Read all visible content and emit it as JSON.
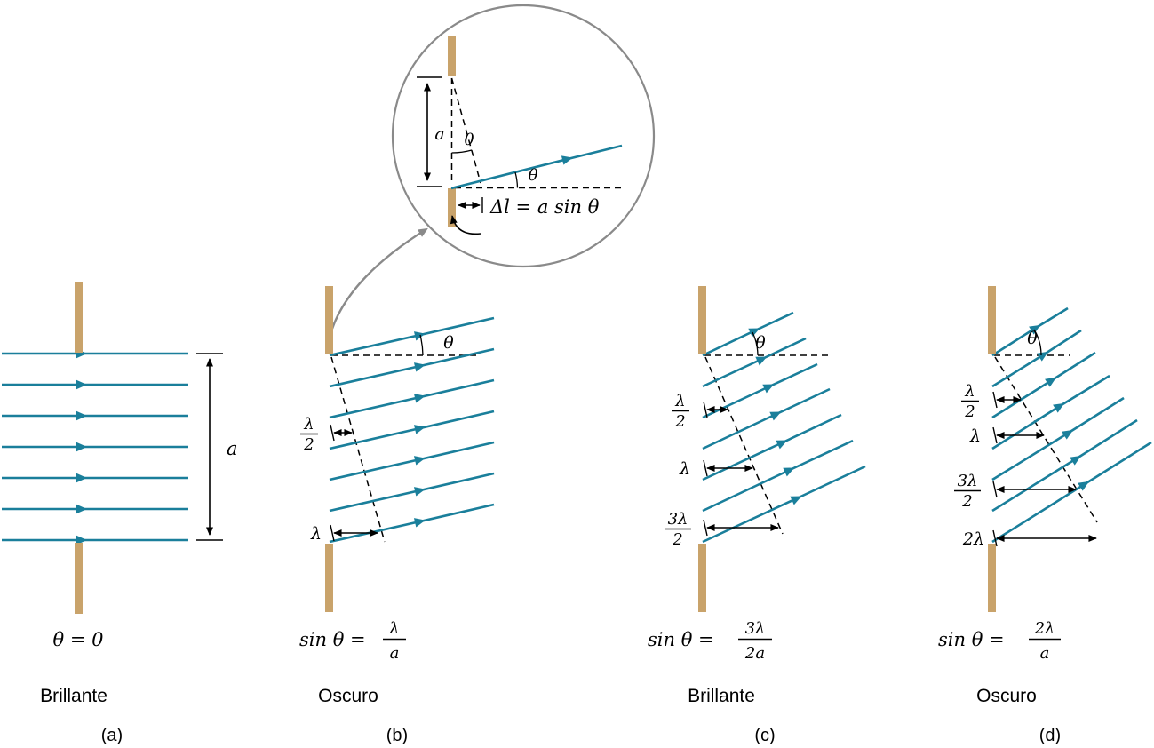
{
  "colors": {
    "ray": "#1a7f9b",
    "barrier": "#c9a36b",
    "ink": "#000000",
    "outline": "#8a8a8a"
  },
  "inset": {
    "slit_width_label": "a",
    "theta_slit": "θ",
    "theta_ray": "θ",
    "path_difference": "Δl = a sin θ"
  },
  "panel_a": {
    "slit_width_label": "a",
    "condition": "θ = 0",
    "result": "Brillante",
    "caption": "(a)"
  },
  "panel_b": {
    "theta": "θ",
    "formula_lhs": "sin θ =",
    "formula_num": "λ",
    "formula_den": "a",
    "pd1_num": "λ",
    "pd1_den": "2",
    "pd2": "λ",
    "result": "Oscuro",
    "caption": "(b)"
  },
  "panel_c": {
    "theta": "θ",
    "formula_lhs": "sin θ =",
    "formula_num": "3λ",
    "formula_den": "2a",
    "pd1_num": "λ",
    "pd1_den": "2",
    "pd2": "λ",
    "pd3_num": "3λ",
    "pd3_den": "2",
    "result": "Brillante",
    "caption": "(c)"
  },
  "panel_d": {
    "theta": "θ",
    "formula_lhs": "sin θ =",
    "formula_num": "2λ",
    "formula_den": "a",
    "pd1_num": "λ",
    "pd1_den": "2",
    "pd2": "λ",
    "pd3_num": "3λ",
    "pd3_den": "2",
    "pd4": "2λ",
    "result": "Oscuro",
    "caption": "(d)"
  }
}
